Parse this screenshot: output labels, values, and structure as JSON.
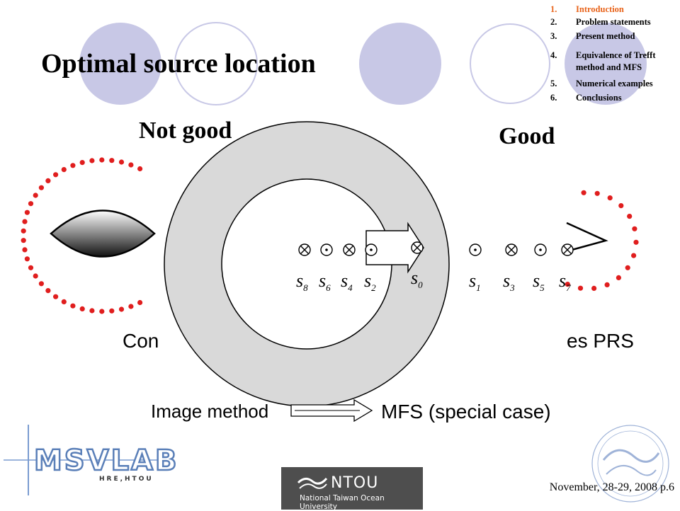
{
  "slide": {
    "title": "Optimal source location",
    "not_good": "Not good",
    "good": "Good",
    "left_caption": "Con",
    "right_caption": "es PRS",
    "image_method": "Image method",
    "mfs": "MFS (special case)",
    "footer_date": "November, 28-29, 2008 p.6"
  },
  "toc": {
    "items": [
      {
        "num": "1.",
        "label": "Introduction",
        "active": true
      },
      {
        "num": "2.",
        "label": "Problem statements",
        "active": false
      },
      {
        "num": "3.",
        "label": "Present method",
        "active": false
      },
      {
        "num": "4.",
        "label": "Equivalence of Trefft",
        "active": false
      },
      {
        "num": "",
        "label": "method and MFS",
        "active": false
      },
      {
        "num": "5.",
        "label": "Numerical examples",
        "active": false
      },
      {
        "num": "6.",
        "label": "Conclusions",
        "active": false
      }
    ]
  },
  "sources": {
    "s8": "s",
    "s8_sub": "8",
    "s6": "s",
    "s6_sub": "6",
    "s4": "s",
    "s4_sub": "4",
    "s2": "s",
    "s2_sub": "2",
    "s0": "s",
    "s0_sub": "0",
    "s1": "s",
    "s1_sub": "1",
    "s3": "s",
    "s3_sub": "3",
    "s5": "s",
    "s5_sub": "5",
    "s7": "s",
    "s7_sub": "7"
  },
  "logos": {
    "msvlab": "MSVLAB",
    "msvlab_sub": "HRE,HTOU",
    "ntou": "NTOU",
    "ntou_sub": "National Taiwan Ocean University"
  },
  "colors": {
    "deco_circle": "#c8c8e6",
    "dots": "#e01e1e",
    "annulus": "#d9d9d9",
    "toc_active": "#e8631a"
  }
}
